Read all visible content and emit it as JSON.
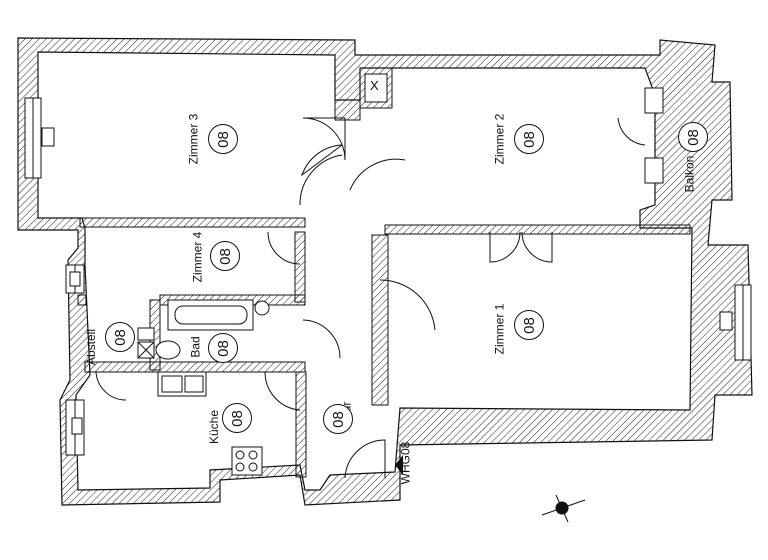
{
  "rooms": {
    "zimmer3": {
      "name": "Zimmer 3",
      "unit": "08"
    },
    "zimmer2": {
      "name": "Zimmer 2",
      "unit": "08"
    },
    "balkon": {
      "name": "Balkon",
      "unit": "08"
    },
    "zimmer4": {
      "name": "Zimmer 4",
      "unit": "08"
    },
    "zimmer1": {
      "name": "Zimmer 1",
      "unit": "08"
    },
    "abstell": {
      "name": "Abstell",
      "unit": "08"
    },
    "bad": {
      "name": "Bad",
      "unit": "08"
    },
    "kueche": {
      "name": "Küche",
      "unit": "08"
    },
    "flur": {
      "name": "Flur",
      "unit": "08"
    }
  },
  "entrance_label": "WHG08",
  "shaft_mark": "X",
  "colors": {
    "wall_line": "#111111",
    "background": "#ffffff"
  }
}
